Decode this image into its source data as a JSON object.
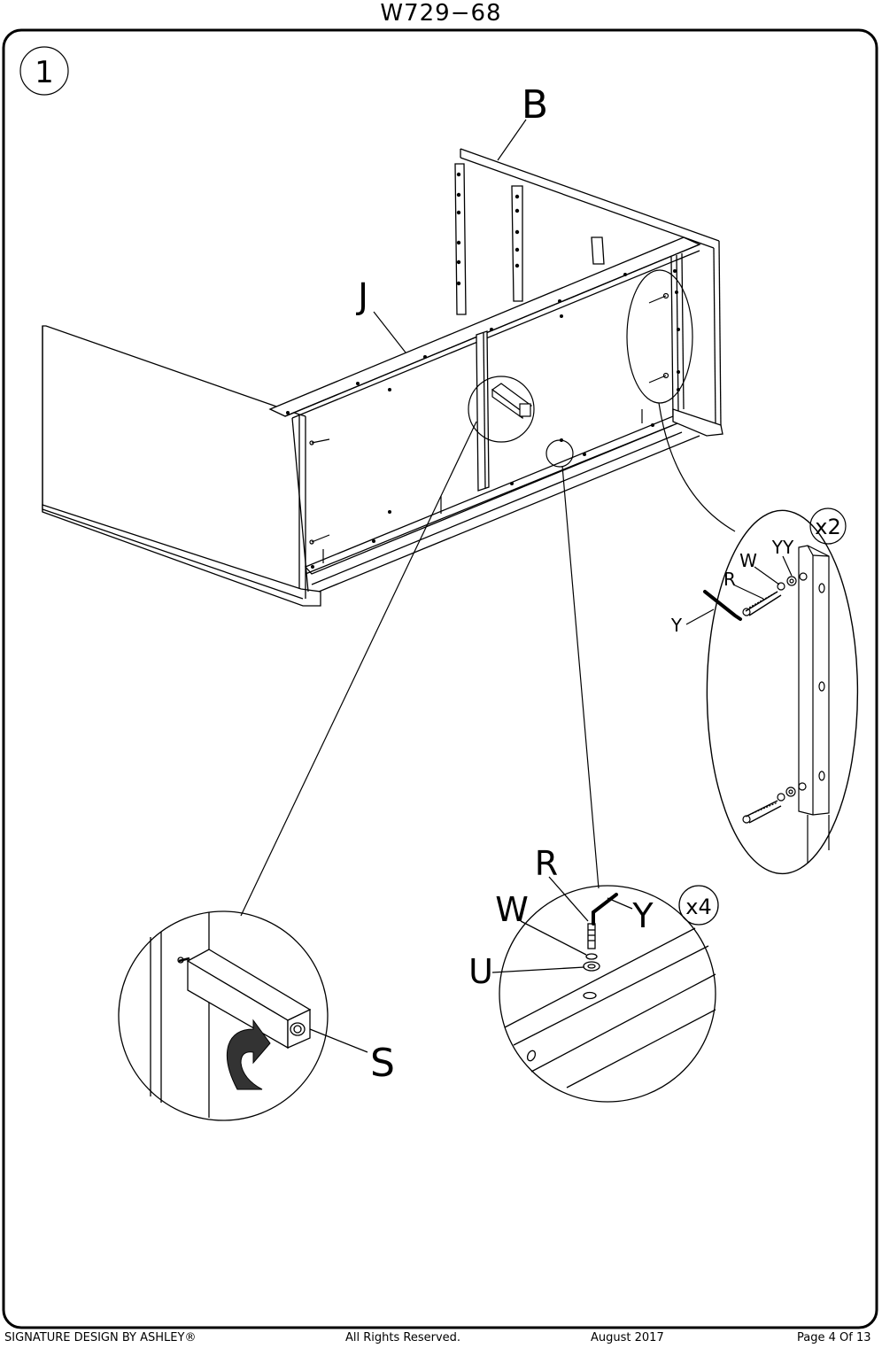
{
  "header": {
    "model": "W729−68"
  },
  "step": {
    "number": "1"
  },
  "parts": {
    "B": "B",
    "J": "J",
    "S": "S",
    "R": "R",
    "W": "W",
    "U": "U",
    "Y": "Y",
    "YY": "YY"
  },
  "multipliers": {
    "side_detail": "x2",
    "bottom_detail": "x4"
  },
  "footer": {
    "brand": "SIGNATURE DESIGN BY ASHLEY®",
    "rights": "All Rights Reserved.",
    "date": "August 2017",
    "page": "Page 4 Of 13"
  }
}
